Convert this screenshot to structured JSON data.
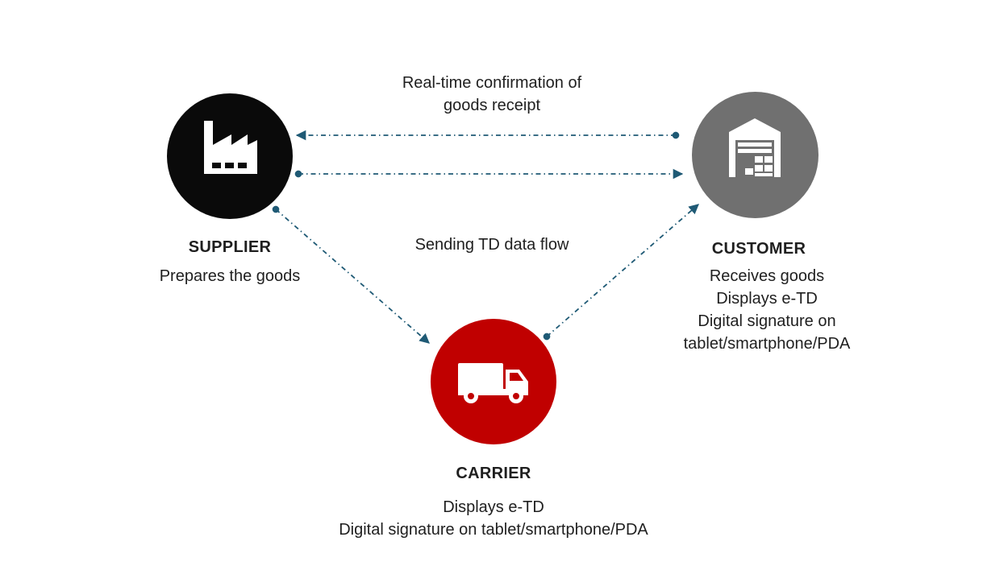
{
  "colors": {
    "supplier": "#0a0a0a",
    "customer": "#707070",
    "carrier": "#c00000",
    "connector": "#1f5a75"
  },
  "flows": {
    "confirmation": [
      "Real-time confirmation of",
      "goods receipt"
    ],
    "sending": "Sending TD data flow"
  },
  "nodes": {
    "supplier": {
      "icon": "factory-icon",
      "title": "SUPPLIER",
      "lines": [
        "Prepares the goods"
      ]
    },
    "customer": {
      "icon": "warehouse-icon",
      "title": "CUSTOMER",
      "lines": [
        "Receives goods",
        "Displays e-TD",
        "Digital signature on",
        "tablet/smartphone/PDA"
      ]
    },
    "carrier": {
      "icon": "truck-icon",
      "title": "CARRIER",
      "lines": [
        "Displays e-TD",
        "Digital signature on tablet/smartphone/PDA"
      ]
    }
  }
}
